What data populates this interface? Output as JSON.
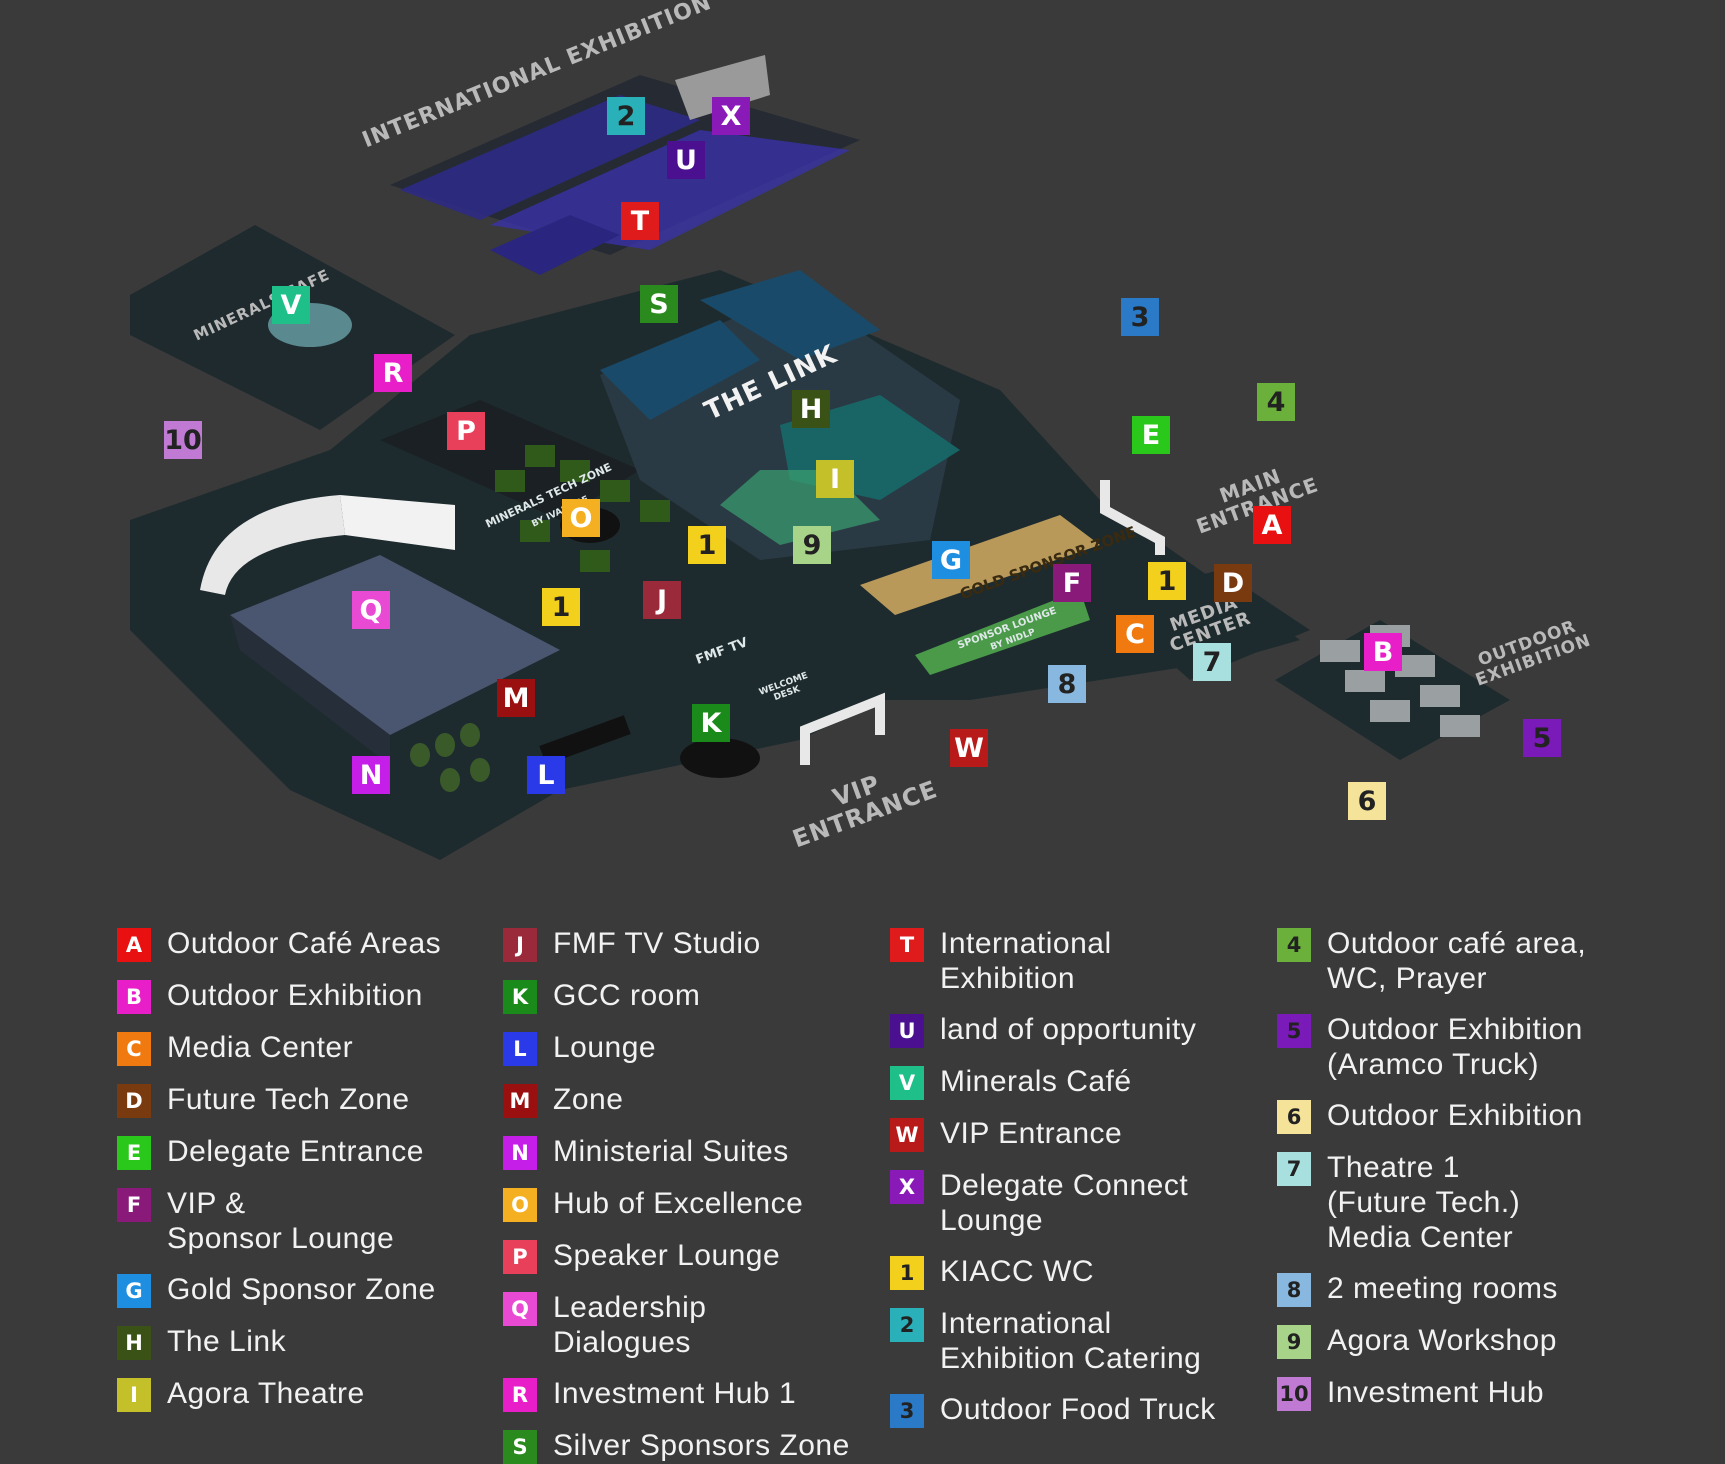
{
  "map": {
    "area_labels": {
      "international_exhibition": "INTERNATIONAL\nEXHIBITION",
      "minerals_cafe": "MINERALS CAFE",
      "the_link": "THE LINK",
      "minerals_tech_zone": "MINERALS TECH ZONE",
      "minerals_tech_zone_by": "BY IVANHOE",
      "gold_sponsor_zone": "GOLD SPONSOR ZONE",
      "sponsor_lounge": "SPONSOR LOUNGE",
      "sponsor_lounge_by": "BY NIDLP",
      "fmf_tv": "FMF TV",
      "welcome_desk": "WELCOME\nDESK",
      "main_entrance": "MAIN\nENTRANCE",
      "media_center": "MEDIA\nCENTER",
      "outdoor_exhibition": "OUTDOOR\nEXHIBITION",
      "vip_entrance": "VIP\nENTRANCE"
    },
    "markers": [
      {
        "key": "2",
        "color": "#2ab0b8",
        "dark": true
      },
      {
        "key": "X",
        "color": "#8a1ab8",
        "dark": false
      },
      {
        "key": "U",
        "color": "#4a1090",
        "dark": false
      },
      {
        "key": "T",
        "color": "#e01b1b",
        "dark": false
      },
      {
        "key": "S",
        "color": "#2a8a1e",
        "dark": false
      },
      {
        "key": "V",
        "color": "#1fbf8a",
        "dark": false
      },
      {
        "key": "R",
        "color": "#e81ec8",
        "dark": false
      },
      {
        "key": "10",
        "color": "#c07ad4",
        "dark": true
      },
      {
        "key": "P",
        "color": "#e8405a",
        "dark": false
      },
      {
        "key": "H",
        "color": "#3a5216",
        "dark": false
      },
      {
        "key": "I",
        "color": "#c4c02a",
        "dark": false
      },
      {
        "key": "O",
        "color": "#f5b021",
        "dark": false
      },
      {
        "key": "9",
        "color": "#a8d48a",
        "dark": true
      },
      {
        "key": "G",
        "color": "#1e8fe0",
        "dark": false
      },
      {
        "key": "1",
        "color": "#f2d01c",
        "dark": true
      },
      {
        "key": "1",
        "color": "#f2d01c",
        "dark": true
      },
      {
        "key": "1",
        "color": "#f2d01c",
        "dark": true
      },
      {
        "key": "J",
        "color": "#9a2a3a",
        "dark": false
      },
      {
        "key": "Q",
        "color": "#e84ad4",
        "dark": false
      },
      {
        "key": "M",
        "color": "#9a1010",
        "dark": false
      },
      {
        "key": "K",
        "color": "#1a8a1a",
        "dark": false
      },
      {
        "key": "N",
        "color": "#c41ee8",
        "dark": false
      },
      {
        "key": "L",
        "color": "#2a3ae8",
        "dark": false
      },
      {
        "key": "W",
        "color": "#b81a1a",
        "dark": false
      },
      {
        "key": "F",
        "color": "#8a1a7a",
        "dark": false
      },
      {
        "key": "D",
        "color": "#7a3a10",
        "dark": false
      },
      {
        "key": "C",
        "color": "#f07a10",
        "dark": false
      },
      {
        "key": "7",
        "color": "#a8e0e0",
        "dark": true
      },
      {
        "key": "8",
        "color": "#88b8e0",
        "dark": true
      },
      {
        "key": "A",
        "color": "#e81010",
        "dark": false
      },
      {
        "key": "E",
        "color": "#2ac81a",
        "dark": false
      },
      {
        "key": "4",
        "color": "#6ab03a",
        "dark": true
      },
      {
        "key": "3",
        "color": "#2a7ac8",
        "dark": true
      },
      {
        "key": "B",
        "color": "#e81ec8",
        "dark": false
      },
      {
        "key": "5",
        "color": "#7a1ab8",
        "dark": true
      },
      {
        "key": "6",
        "color": "#f5e39a",
        "dark": true
      }
    ]
  },
  "legend": {
    "columns": [
      [
        {
          "key": "A",
          "color": "#e81010",
          "dark": false,
          "label": "Outdoor Café Areas"
        },
        {
          "key": "B",
          "color": "#e81ec8",
          "dark": false,
          "label": "Outdoor Exhibition"
        },
        {
          "key": "C",
          "color": "#f07a10",
          "dark": false,
          "label": "Media Center"
        },
        {
          "key": "D",
          "color": "#7a3a10",
          "dark": false,
          "label": "Future Tech Zone"
        },
        {
          "key": "E",
          "color": "#2ac81a",
          "dark": false,
          "label": "Delegate Entrance"
        },
        {
          "key": "F",
          "color": "#8a1a7a",
          "dark": false,
          "label": "VIP &\nSponsor Lounge"
        },
        {
          "key": "G",
          "color": "#1e8fe0",
          "dark": false,
          "label": "Gold Sponsor Zone"
        },
        {
          "key": "H",
          "color": "#3a5216",
          "dark": false,
          "label": "The Link"
        },
        {
          "key": "I",
          "color": "#c4c02a",
          "dark": false,
          "label": "Agora Theatre"
        }
      ],
      [
        {
          "key": "J",
          "color": "#9a2a3a",
          "dark": false,
          "label": "FMF TV Studio"
        },
        {
          "key": "K",
          "color": "#1a8a1a",
          "dark": false,
          "label": "GCC room"
        },
        {
          "key": "L",
          "color": "#2a3ae8",
          "dark": false,
          "label": "Lounge"
        },
        {
          "key": "M",
          "color": "#9a1010",
          "dark": false,
          "label": "Zone"
        },
        {
          "key": "N",
          "color": "#c41ee8",
          "dark": false,
          "label": "Ministerial Suites"
        },
        {
          "key": "O",
          "color": "#f5b021",
          "dark": false,
          "label": "Hub of Excellence"
        },
        {
          "key": "P",
          "color": "#e8405a",
          "dark": false,
          "label": "Speaker Lounge"
        },
        {
          "key": "Q",
          "color": "#e84ad4",
          "dark": false,
          "label": "Leadership\nDialogues"
        },
        {
          "key": "R",
          "color": "#e81ec8",
          "dark": false,
          "label": "Investment Hub 1"
        },
        {
          "key": "S",
          "color": "#2a8a1e",
          "dark": false,
          "label": "Silver Sponsors Zone"
        }
      ],
      [
        {
          "key": "T",
          "color": "#e01b1b",
          "dark": false,
          "label": "International\nExhibition"
        },
        {
          "key": "U",
          "color": "#4a1090",
          "dark": false,
          "label": "land of opportunity"
        },
        {
          "key": "V",
          "color": "#1fbf8a",
          "dark": false,
          "label": "Minerals Café"
        },
        {
          "key": "W",
          "color": "#b81a1a",
          "dark": false,
          "label": "VIP Entrance"
        },
        {
          "key": "X",
          "color": "#8a1ab8",
          "dark": false,
          "label": "Delegate Connect\nLounge"
        },
        {
          "key": "1",
          "color": "#f2d01c",
          "dark": true,
          "label": "KIACC WC"
        },
        {
          "key": "2",
          "color": "#2ab0b8",
          "dark": true,
          "label": "International\nExhibition Catering"
        },
        {
          "key": "3",
          "color": "#2a7ac8",
          "dark": true,
          "label": "Outdoor Food Truck"
        }
      ],
      [
        {
          "key": "4",
          "color": "#6ab03a",
          "dark": true,
          "label": "Outdoor café area,\nWC, Prayer"
        },
        {
          "key": "5",
          "color": "#7a1ab8",
          "dark": true,
          "label": "Outdoor Exhibition\n(Aramco Truck)"
        },
        {
          "key": "6",
          "color": "#f5e39a",
          "dark": true,
          "label": "Outdoor Exhibition"
        },
        {
          "key": "7",
          "color": "#a8e0e0",
          "dark": true,
          "label": "Theatre 1\n(Future Tech.)\nMedia Center"
        },
        {
          "key": "8",
          "color": "#88b8e0",
          "dark": true,
          "label": "2 meeting rooms"
        },
        {
          "key": "9",
          "color": "#a8d48a",
          "dark": true,
          "label": "Agora Workshop"
        },
        {
          "key": "10",
          "color": "#c07ad4",
          "dark": true,
          "label": "Investment Hub"
        }
      ]
    ]
  }
}
